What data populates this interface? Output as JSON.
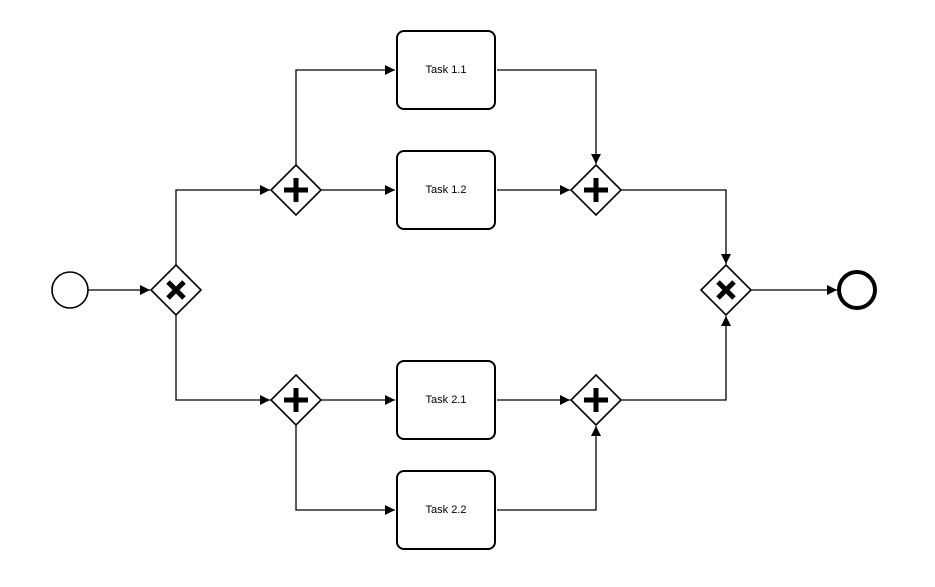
{
  "diagram": {
    "tasks": [
      {
        "id": "t11",
        "label": "Task 1.1"
      },
      {
        "id": "t12",
        "label": "Task 1.2"
      },
      {
        "id": "t21",
        "label": "Task 2.1"
      },
      {
        "id": "t22",
        "label": "Task 2.2"
      }
    ],
    "events": [
      {
        "id": "start",
        "type": "start-event"
      },
      {
        "id": "end",
        "type": "end-event"
      }
    ],
    "gateways": [
      {
        "id": "xor-split",
        "type": "exclusive",
        "icon": "x-icon"
      },
      {
        "id": "and-split-1",
        "type": "parallel",
        "icon": "plus-icon"
      },
      {
        "id": "and-split-2",
        "type": "parallel",
        "icon": "plus-icon"
      },
      {
        "id": "and-join-1",
        "type": "parallel",
        "icon": "plus-icon"
      },
      {
        "id": "and-join-2",
        "type": "parallel",
        "icon": "plus-icon"
      },
      {
        "id": "xor-join",
        "type": "exclusive",
        "icon": "x-icon"
      }
    ],
    "flows": [
      [
        "start",
        "xor-split"
      ],
      [
        "xor-split",
        "and-split-1"
      ],
      [
        "xor-split",
        "and-split-2"
      ],
      [
        "and-split-1",
        "t11"
      ],
      [
        "and-split-1",
        "t12"
      ],
      [
        "and-split-2",
        "t21"
      ],
      [
        "and-split-2",
        "t22"
      ],
      [
        "t11",
        "and-join-1"
      ],
      [
        "t12",
        "and-join-1"
      ],
      [
        "t21",
        "and-join-2"
      ],
      [
        "t22",
        "and-join-2"
      ],
      [
        "and-join-1",
        "xor-join"
      ],
      [
        "and-join-2",
        "xor-join"
      ],
      [
        "xor-join",
        "end"
      ]
    ],
    "colors": {
      "stroke": "#000000",
      "fill": "#ffffff"
    }
  }
}
